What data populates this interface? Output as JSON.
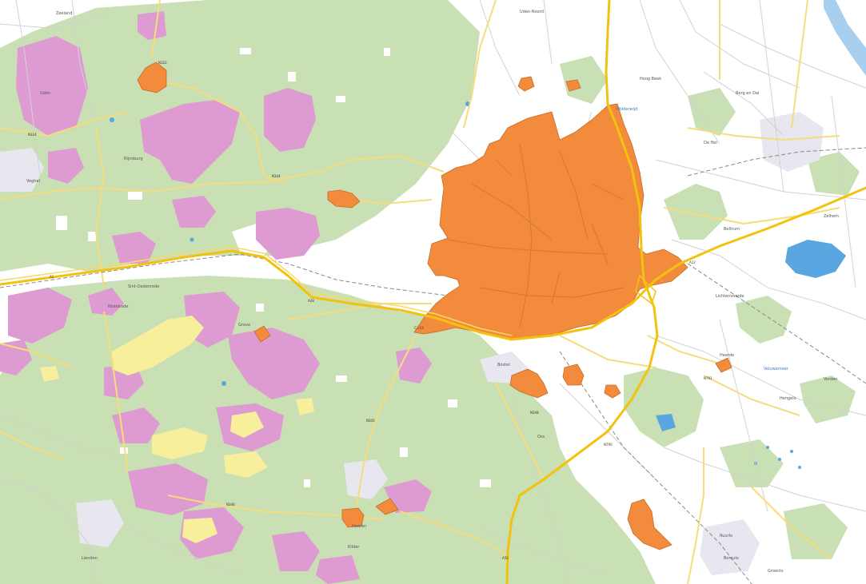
{
  "colors": {
    "background": "#ffffff",
    "forest": "#c9dfb4",
    "heath": "#dd9bd2",
    "sand": "#f7ef9c",
    "urban": "#e8e6ee",
    "highlight": "#f28c3c",
    "highlight_edge": "#c86a22",
    "motorway": "#f2c20f",
    "major_road": "#f6dc7a",
    "minor_road": "#d2d2d2",
    "railway": "#888888",
    "water": "#5aa6e0",
    "river": "#a9cfee"
  },
  "labels": {
    "places": [
      "Zeeland",
      "Uden",
      "Rijnsburg",
      "Veghel",
      "Sint-Oedenrode",
      "Nistelrode",
      "Grave",
      "Cuijk",
      "Boxtel",
      "Oss",
      "Haaren",
      "Kilder",
      "Lienden",
      "Uden-Noord",
      "Hoog Beek",
      "Berg en Dal",
      "De Hel",
      "Beltrum",
      "Lichtenvoorde",
      "Zelhem",
      "Heerde",
      "Vorden",
      "Hengelo",
      "Ruurlo",
      "Borculo",
      "Groenlo"
    ],
    "roads": [
      "N322",
      "N324",
      "N344",
      "N345",
      "N346",
      "N348",
      "N790",
      "N791",
      "A1",
      "A28",
      "A50",
      "A12"
    ],
    "water": [
      "Veluwemeer",
      "Wolderwijd"
    ]
  },
  "icons": {
    "map": "map-canvas",
    "place": "place-label",
    "road": "road-shield"
  }
}
